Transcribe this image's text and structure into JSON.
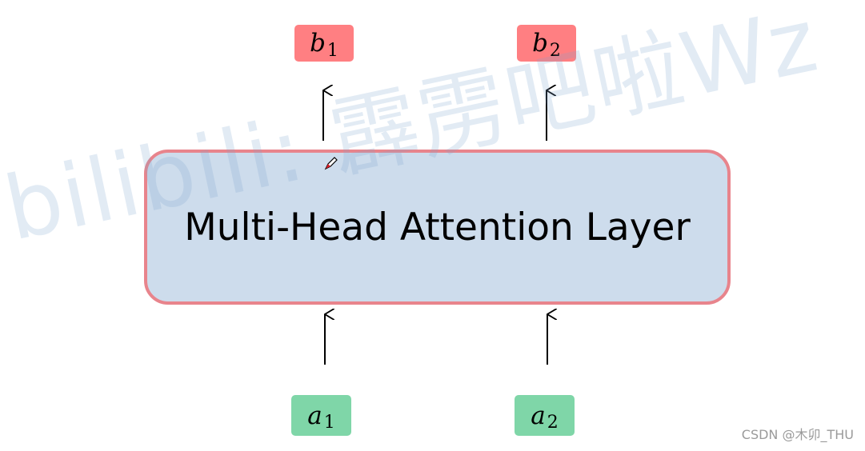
{
  "diagram": {
    "layer_title": "Multi-Head Attention Layer",
    "outputs": [
      {
        "symbol": "b",
        "index": "1"
      },
      {
        "symbol": "b",
        "index": "2"
      }
    ],
    "inputs": [
      {
        "symbol": "a",
        "index": "1"
      },
      {
        "symbol": "a",
        "index": "2"
      }
    ]
  },
  "watermark": "bilibili: 霹雳吧啦Wz",
  "credit": "CSDN @木卯_THU",
  "colors": {
    "layer_fill": "#cddcec",
    "layer_border": "#e8848c",
    "output_chip": "#ff7f82",
    "input_chip": "#7fd6a8",
    "watermark": "#7fa6cf"
  },
  "icons": [
    "pen-cursor-icon"
  ]
}
